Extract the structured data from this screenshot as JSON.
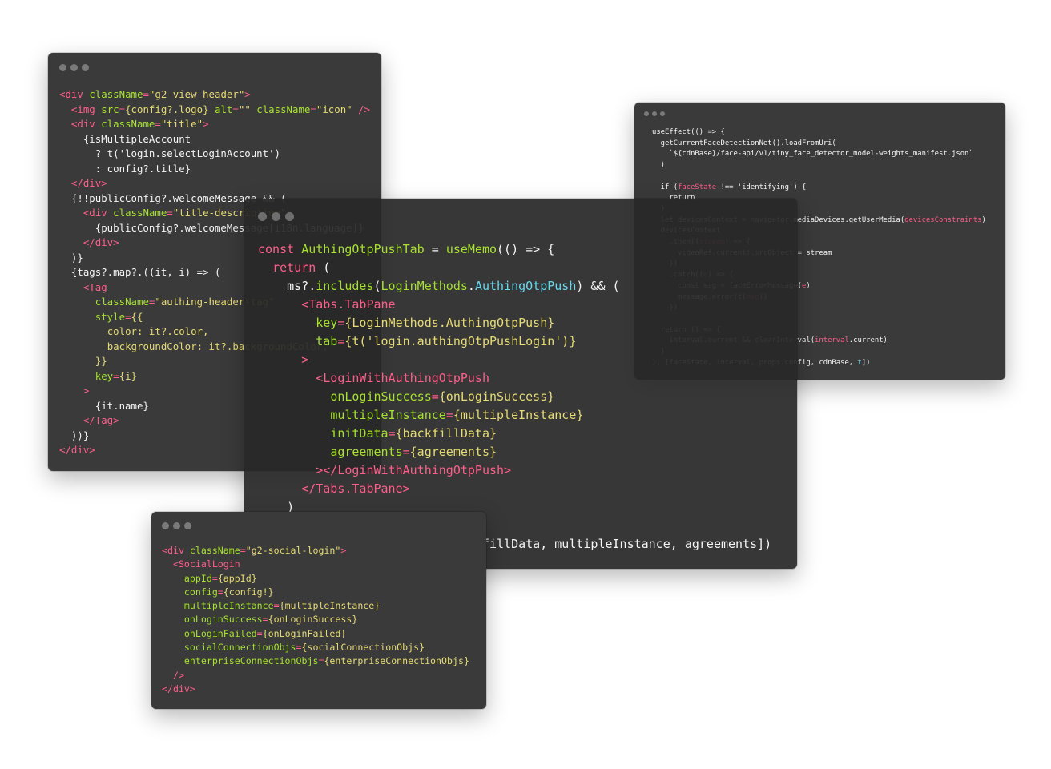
{
  "windows": {
    "top_left": {
      "lines": [
        [
          [
            "t",
            "<div "
          ],
          [
            "a",
            "className"
          ],
          [
            "t",
            "="
          ],
          [
            "s",
            "\"g2-view-header\""
          ],
          [
            "t",
            ">"
          ]
        ],
        [
          [
            "w",
            "  "
          ],
          [
            "t",
            "<img "
          ],
          [
            "a",
            "src"
          ],
          [
            "t",
            "="
          ],
          [
            "s",
            "{config?.logo}"
          ],
          [
            "w",
            " "
          ],
          [
            "a",
            "alt"
          ],
          [
            "t",
            "="
          ],
          [
            "s",
            "\"\""
          ],
          [
            "w",
            " "
          ],
          [
            "a",
            "className"
          ],
          [
            "t",
            "="
          ],
          [
            "s",
            "\"icon\""
          ],
          [
            "w",
            " "
          ],
          [
            "t",
            "/>"
          ]
        ],
        [
          [
            "w",
            "  "
          ],
          [
            "t",
            "<div "
          ],
          [
            "a",
            "className"
          ],
          [
            "t",
            "="
          ],
          [
            "s",
            "\"title\""
          ],
          [
            "t",
            ">"
          ]
        ],
        [
          [
            "w",
            "    {isMultipleAccount"
          ]
        ],
        [
          [
            "w",
            "      ? t('login.selectLoginAccount')"
          ]
        ],
        [
          [
            "w",
            "      : config?.title}"
          ]
        ],
        [
          [
            "w",
            "  "
          ],
          [
            "t",
            "</div>"
          ]
        ],
        [
          [
            "w",
            "  {!!publicConfig?.welcomeMessage && ("
          ]
        ],
        [
          [
            "w",
            "    "
          ],
          [
            "t",
            "<div "
          ],
          [
            "a",
            "className"
          ],
          [
            "t",
            "="
          ],
          [
            "s",
            "\"title-description\""
          ],
          [
            "t",
            ">"
          ]
        ],
        [
          [
            "w",
            "      {publicConfig?.welcomeMessage[i18n.language]}"
          ]
        ],
        [
          [
            "w",
            "    "
          ],
          [
            "t",
            "</div>"
          ]
        ],
        [
          [
            "w",
            "  )}"
          ]
        ],
        [
          [
            "w",
            "  {tags?.map?.((it, i) => ("
          ]
        ],
        [
          [
            "w",
            "    "
          ],
          [
            "t",
            "<Tag"
          ]
        ],
        [
          [
            "w",
            "      "
          ],
          [
            "a",
            "className"
          ],
          [
            "t",
            "="
          ],
          [
            "s",
            "\"authing-header-tag\""
          ]
        ],
        [
          [
            "w",
            "      "
          ],
          [
            "a",
            "style"
          ],
          [
            "t",
            "="
          ],
          [
            "s",
            "{{"
          ]
        ],
        [
          [
            "w",
            "        "
          ],
          [
            "s",
            "color: it?.color,"
          ]
        ],
        [
          [
            "w",
            "        "
          ],
          [
            "s",
            "backgroundColor: it?.backgroundColor,"
          ]
        ],
        [
          [
            "w",
            "      "
          ],
          [
            "s",
            "}}"
          ]
        ],
        [
          [
            "w",
            "      "
          ],
          [
            "a",
            "key"
          ],
          [
            "t",
            "="
          ],
          [
            "s",
            "{i}"
          ]
        ],
        [
          [
            "w",
            "    "
          ],
          [
            "t",
            ">"
          ]
        ],
        [
          [
            "w",
            "      {it.name}"
          ]
        ],
        [
          [
            "w",
            "    "
          ],
          [
            "t",
            "</Tag>"
          ]
        ],
        [
          [
            "w",
            "  ))}"
          ]
        ],
        [
          [
            "t",
            "</div>"
          ]
        ]
      ]
    },
    "top_right": {
      "lines": [
        [
          [
            "w",
            "useEffect(() => {"
          ]
        ],
        [
          [
            "w",
            "  getCurrentFaceDetectionNet().loadFromUri("
          ]
        ],
        [
          [
            "w",
            "    `${cdnBase}/face-api/v1/tiny_face_detector_model-weights_manifest.json`"
          ]
        ],
        [
          [
            "w",
            "  )"
          ]
        ],
        [
          [
            "w",
            ""
          ]
        ],
        [
          [
            "w",
            "  if ("
          ],
          [
            "t",
            "faceState"
          ],
          [
            "w",
            " !== 'identifying') {"
          ]
        ],
        [
          [
            "w",
            "    return"
          ]
        ],
        [
          [
            "w",
            "  }"
          ]
        ],
        [
          [
            "w",
            "  let devicesContext = navigator.mediaDevices.getUserMedia("
          ],
          [
            "t",
            "devicesConstraints"
          ],
          [
            "w",
            ")"
          ]
        ],
        [
          [
            "w",
            "  devicesContext"
          ]
        ],
        [
          [
            "w",
            "    .then(("
          ],
          [
            "t",
            "stream"
          ],
          [
            "w",
            ") => {"
          ]
        ],
        [
          [
            "w",
            "      videoRef.current!.srcObject = stream"
          ]
        ],
        [
          [
            "w",
            "    })"
          ]
        ],
        [
          [
            "w",
            "    .catch(("
          ],
          [
            "t",
            "e"
          ],
          [
            "w",
            ") => {"
          ]
        ],
        [
          [
            "w",
            "      const msg = faceErrorMessage("
          ],
          [
            "t",
            "e"
          ],
          [
            "w",
            ")"
          ]
        ],
        [
          [
            "w",
            "      message.error(t("
          ],
          [
            "t",
            "msg"
          ],
          [
            "w",
            "))"
          ]
        ],
        [
          [
            "w",
            "    })"
          ]
        ],
        [
          [
            "w",
            ""
          ]
        ],
        [
          [
            "w",
            "  return () => {"
          ]
        ],
        [
          [
            "w",
            "    interval.current && clearInterval("
          ],
          [
            "t",
            "interval"
          ],
          [
            "w",
            ".current)"
          ]
        ],
        [
          [
            "w",
            "  }"
          ]
        ],
        [
          [
            "w",
            "}, [faceState, interval, props.config, cdnBase, "
          ],
          [
            "b",
            "t"
          ],
          [
            "w",
            "])"
          ]
        ]
      ]
    },
    "main": {
      "lines": [
        [
          [
            "t",
            "const "
          ],
          [
            "a",
            "AuthingOtpPushTab"
          ],
          [
            "w",
            " = "
          ],
          [
            "a",
            "useMemo"
          ],
          [
            "w",
            "(() => {"
          ]
        ],
        [
          [
            "w",
            "  "
          ],
          [
            "t",
            "return"
          ],
          [
            "w",
            " ("
          ]
        ],
        [
          [
            "w",
            "    ms?."
          ],
          [
            "a",
            "includes"
          ],
          [
            "w",
            "("
          ],
          [
            "a",
            "LoginMethods"
          ],
          [
            "w",
            "."
          ],
          [
            "b",
            "AuthingOtpPush"
          ],
          [
            "w",
            ") && ("
          ]
        ],
        [
          [
            "w",
            "      "
          ],
          [
            "t",
            "<Tabs.TabPane"
          ]
        ],
        [
          [
            "w",
            "        "
          ],
          [
            "a",
            "key"
          ],
          [
            "t",
            "="
          ],
          [
            "s",
            "{LoginMethods.AuthingOtpPush}"
          ]
        ],
        [
          [
            "w",
            "        "
          ],
          [
            "a",
            "tab"
          ],
          [
            "t",
            "="
          ],
          [
            "s",
            "{t('login.authingOtpPushLogin')}"
          ]
        ],
        [
          [
            "w",
            "      "
          ],
          [
            "t",
            ">"
          ]
        ],
        [
          [
            "w",
            "        "
          ],
          [
            "t",
            "<LoginWithAuthingOtpPush"
          ]
        ],
        [
          [
            "w",
            "          "
          ],
          [
            "a",
            "onLoginSuccess"
          ],
          [
            "t",
            "="
          ],
          [
            "s",
            "{onLoginSuccess}"
          ]
        ],
        [
          [
            "w",
            "          "
          ],
          [
            "a",
            "multipleInstance"
          ],
          [
            "t",
            "="
          ],
          [
            "s",
            "{multipleInstance}"
          ]
        ],
        [
          [
            "w",
            "          "
          ],
          [
            "a",
            "initData"
          ],
          [
            "t",
            "="
          ],
          [
            "s",
            "{backfillData}"
          ]
        ],
        [
          [
            "w",
            "          "
          ],
          [
            "a",
            "agreements"
          ],
          [
            "t",
            "="
          ],
          [
            "s",
            "{agreements}"
          ]
        ],
        [
          [
            "w",
            "        "
          ],
          [
            "t",
            "></LoginWithAuthingOtpPush>"
          ]
        ],
        [
          [
            "w",
            "      "
          ],
          [
            "t",
            "</Tabs.TabPane>"
          ]
        ],
        [
          [
            "w",
            "    )"
          ]
        ],
        [
          [
            "w",
            "  )"
          ]
        ],
        [
          [
            "w",
            "}, [ms, onLoginSuccess, t, backfillData, multipleInstance, agreements])"
          ]
        ]
      ]
    },
    "bottom_left": {
      "lines": [
        [
          [
            "t",
            "<div "
          ],
          [
            "a",
            "className"
          ],
          [
            "t",
            "="
          ],
          [
            "s",
            "\"g2-social-login\""
          ],
          [
            "t",
            ">"
          ]
        ],
        [
          [
            "w",
            "  "
          ],
          [
            "t",
            "<SocialLogin"
          ]
        ],
        [
          [
            "w",
            "    "
          ],
          [
            "a",
            "appId"
          ],
          [
            "t",
            "="
          ],
          [
            "s",
            "{appId}"
          ]
        ],
        [
          [
            "w",
            "    "
          ],
          [
            "a",
            "config"
          ],
          [
            "t",
            "="
          ],
          [
            "s",
            "{config!}"
          ]
        ],
        [
          [
            "w",
            "    "
          ],
          [
            "a",
            "multipleInstance"
          ],
          [
            "t",
            "="
          ],
          [
            "s",
            "{multipleInstance}"
          ]
        ],
        [
          [
            "w",
            "    "
          ],
          [
            "a",
            "onLoginSuccess"
          ],
          [
            "t",
            "="
          ],
          [
            "s",
            "{onLoginSuccess}"
          ]
        ],
        [
          [
            "w",
            "    "
          ],
          [
            "a",
            "onLoginFailed"
          ],
          [
            "t",
            "="
          ],
          [
            "s",
            "{onLoginFailed}"
          ]
        ],
        [
          [
            "w",
            "    "
          ],
          [
            "a",
            "socialConnectionObjs"
          ],
          [
            "t",
            "="
          ],
          [
            "s",
            "{socialConnectionObjs}"
          ]
        ],
        [
          [
            "w",
            "    "
          ],
          [
            "a",
            "enterpriseConnectionObjs"
          ],
          [
            "t",
            "="
          ],
          [
            "s",
            "{enterpriseConnectionObjs}"
          ]
        ],
        [
          [
            "w",
            "  "
          ],
          [
            "t",
            "/>"
          ]
        ],
        [
          [
            "t",
            "</div>"
          ]
        ]
      ]
    }
  }
}
